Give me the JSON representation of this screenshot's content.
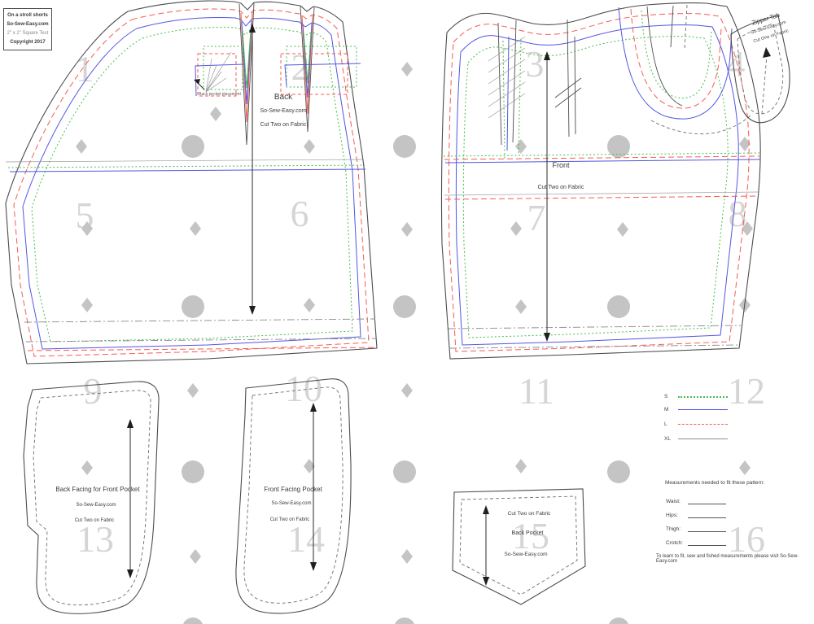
{
  "info_box": {
    "line1": "On a stroll shorts",
    "line2": "So-Sew-Easy.com",
    "line3": "2\" x 2\"  Square Test",
    "line4": "Copyright 2017"
  },
  "pieces": {
    "back": {
      "title": "Back",
      "brand": "So-Sew-Easy.com",
      "cut": "Cut Two on Fabric",
      "pocket_note": "Back pocket placement"
    },
    "front": {
      "title": "Front",
      "cut": "Cut Two on Fabric"
    },
    "zipper_tab": {
      "title": "Zipper Tab",
      "brand": "So-Sew-Easy.com",
      "cut": "Cut One on Fabric"
    },
    "back_facing": {
      "title": "Back Facing for Front Pocket",
      "brand": "So-Sew-Easy.com",
      "cut": "Cut Two on Fabric"
    },
    "front_facing": {
      "title": "Front Facing Pocket",
      "brand": "So-Sew-Easy.com",
      "cut": "Cut Two on Fabric"
    },
    "back_pocket": {
      "cut": "Cut Two on Fabric",
      "title": "Back Pocket",
      "brand": "So-Sew-Easy.com"
    }
  },
  "legend": {
    "items": [
      {
        "label": "S",
        "style": "dotted green"
      },
      {
        "label": "M",
        "style": "solid blue"
      },
      {
        "label": "L",
        "style": "dashed red"
      },
      {
        "label": "XL",
        "style": "solid gray"
      }
    ]
  },
  "measurements": {
    "title": "Measurements needed to fit these pattern:",
    "fields": [
      "Waist:",
      "Hips:",
      "Thigh:",
      "Crotch:"
    ],
    "footer": "To learn to fit, sew and fished measurements  please visit So-Sew-Easy.com"
  },
  "page_numbers": [
    "1",
    "2",
    "3",
    "4",
    "5",
    "6",
    "7",
    "8",
    "9",
    "10",
    "11",
    "12",
    "13",
    "14",
    "15",
    "16"
  ],
  "colors": {
    "size-s": "#45bd4f",
    "size-m": "#5456e0",
    "size-l": "#f75b52",
    "size-xl": "#8f8f8f",
    "outline": "#4c4c4c",
    "marks": "#c4c4c4",
    "pagenum": "#d5d5d5"
  }
}
